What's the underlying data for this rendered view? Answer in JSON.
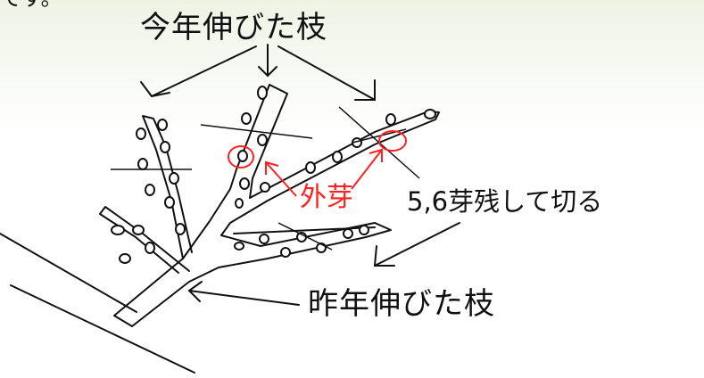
{
  "labels": {
    "top_fragment": "てす。",
    "this_year_branch": "今年伸びた枝",
    "outer_bud": "外芽",
    "cut_note": "5,6芽残して切る",
    "last_year_branch": "昨年伸びた枝"
  },
  "colors": {
    "ink": "#111111",
    "highlight": "#ff2020",
    "background_top": "#eef3e4",
    "background_bottom": "#ffffff"
  }
}
